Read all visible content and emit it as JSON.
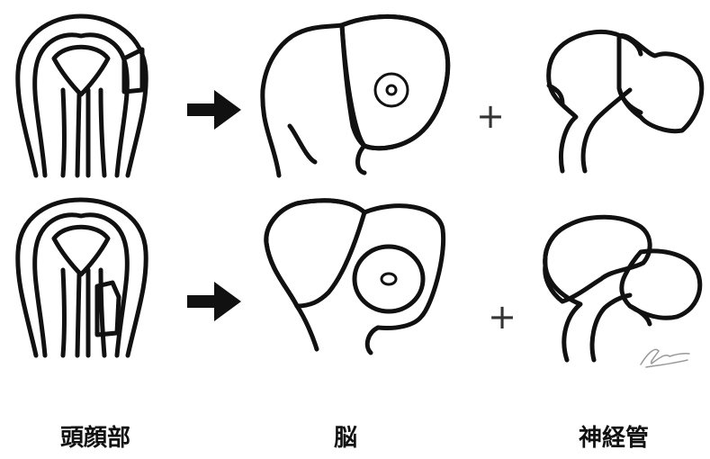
{
  "labels": {
    "head": "頭顔部",
    "brain": "脳",
    "neural_tube": "神経管"
  },
  "operators": {
    "plus": "+"
  },
  "colors": {
    "ink": "#111111",
    "background": "#ffffff"
  }
}
